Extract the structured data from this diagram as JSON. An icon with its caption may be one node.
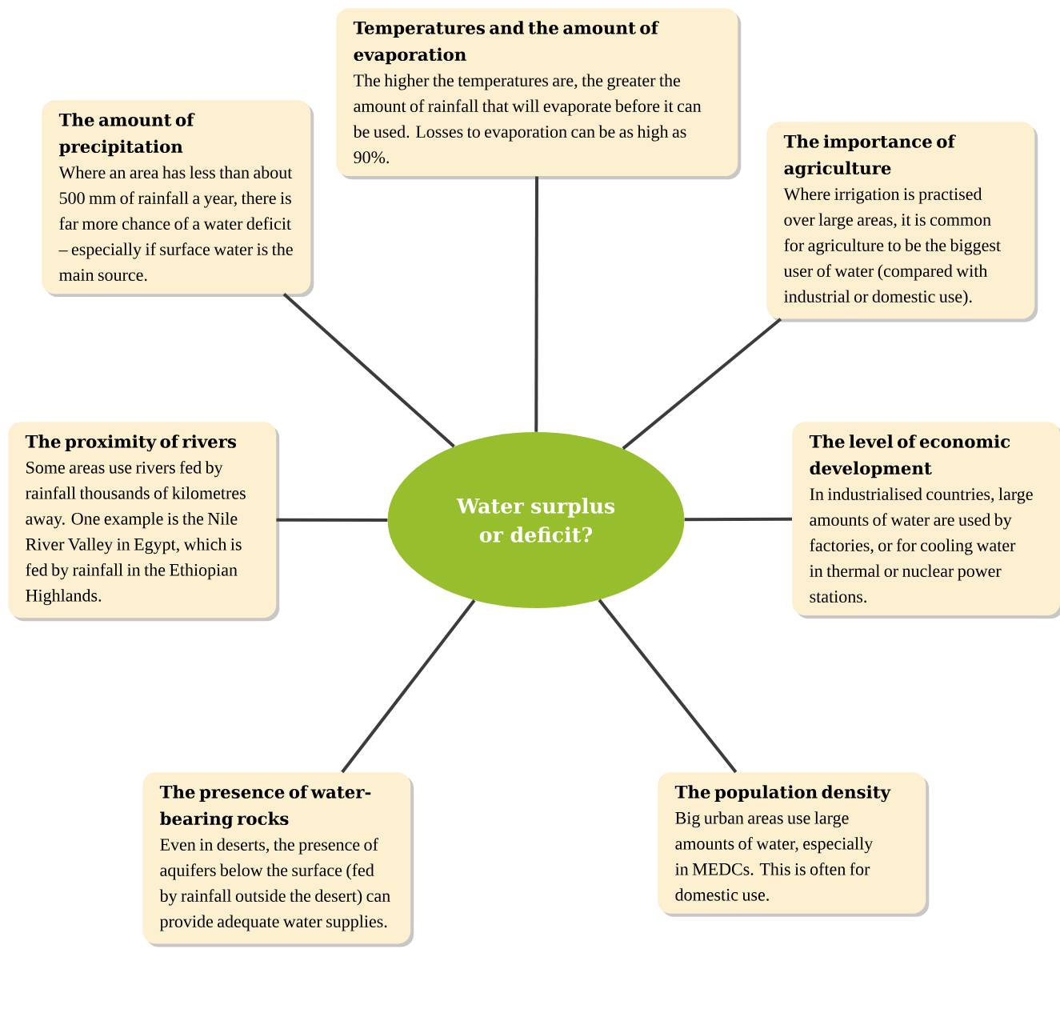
{
  "diagram": {
    "nodes": [
      {
        "text": [
          "Temperatures and the amount of evaporation",
          "The higher the temperatures are, the greater the amount of rainfall that will evaporate before it can be used. Losses to evaporation can be as high as 90%."
        ]
      },
      {
        "text": [
          "The amount of precipitation",
          "Where an area has less than about 500 mm of rainfall a year, there is far more chance of a water deficit – especially if surface water is the main source."
        ]
      },
      {
        "text": [
          "The importance of agriculture",
          "Where irrigation is practised over large areas, it is common for agriculture to be the biggest user of water (compared with industrial or domestic use)."
        ]
      },
      {
        "text": [
          "The proximity of rivers",
          "Some areas use rivers fed by rainfall thousands of kilometres away. One example is the Nile River Valley in Egypt, which is fed by rainfall in the Ethiopian Highlands."
        ]
      },
      {
        "text": [
          "Water surplus or deficit?"
        ]
      },
      {
        "text": [
          "The level of economic development",
          "In industrialised countries, large amounts of water are used by factories, or for cooling water in thermal or nuclear power stations."
        ]
      },
      {
        "text": [
          "The presence of water-bearing rocks",
          "Even in deserts, the presence of aquifers below the surface (fed by rainfall outside the desert) can provide adequate water supplies."
        ]
      },
      {
        "text": [
          "The population density",
          "Big urban areas use large amounts of water, especially in MEDCs. This is often for domestic use."
        ]
      }
    ],
    "edges": [
      {
        "from": 4,
        "to": 0,
        "arrow": "none"
      },
      {
        "from": 4,
        "to": 1,
        "arrow": "none"
      },
      {
        "from": 4,
        "to": 2,
        "arrow": "none"
      },
      {
        "from": 4,
        "to": 3,
        "arrow": "none"
      },
      {
        "from": 4,
        "to": 5,
        "arrow": "none"
      },
      {
        "from": 4,
        "to": 6,
        "arrow": "none"
      },
      {
        "from": 4,
        "to": 7,
        "arrow": "none"
      }
    ]
  }
}
